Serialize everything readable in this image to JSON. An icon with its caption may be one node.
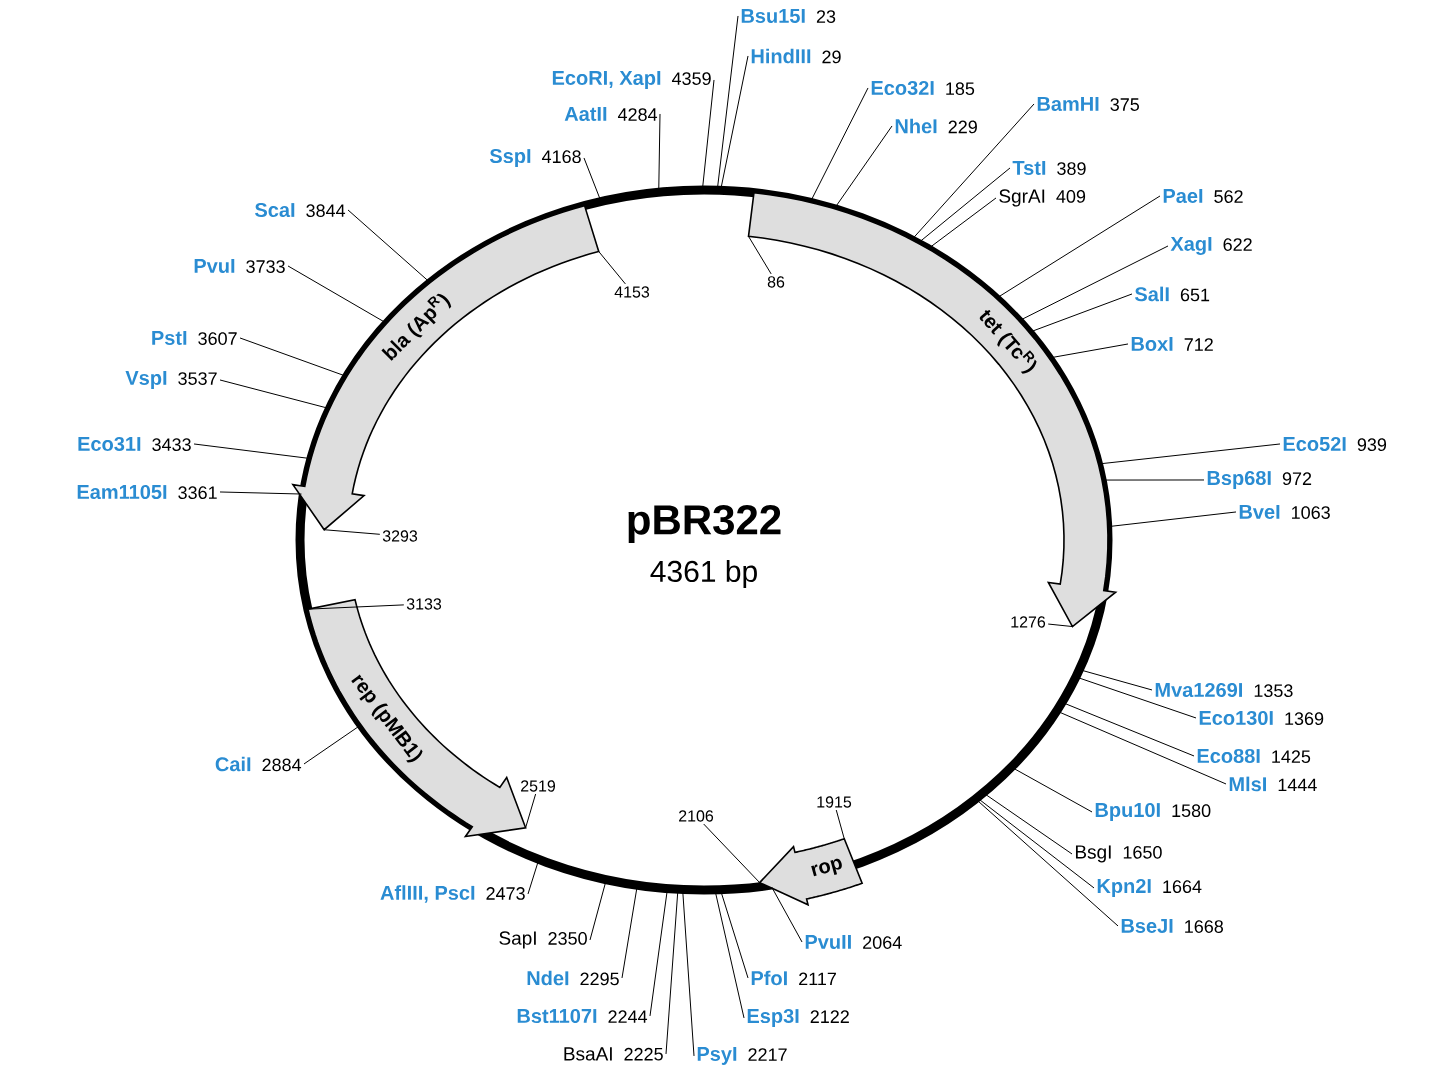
{
  "diagram": {
    "nodes": [
      {
        "text": [
          "Bsu15I",
          "23"
        ]
      },
      {
        "text": [
          "HindIII",
          "29"
        ]
      },
      {
        "text": [
          "Eco32I",
          "185"
        ]
      },
      {
        "text": [
          "NheI",
          "229"
        ]
      },
      {
        "text": [
          "BamHI",
          "375"
        ]
      },
      {
        "text": [
          "TstI",
          "389"
        ]
      },
      {
        "text": [
          "SgrAI",
          "409"
        ]
      },
      {
        "text": [
          "PaeI",
          "562"
        ]
      },
      {
        "text": [
          "XagI",
          "622"
        ]
      },
      {
        "text": [
          "SalI",
          "651"
        ]
      },
      {
        "text": [
          "BoxI",
          "712"
        ]
      },
      {
        "text": [
          "Eco52I",
          "939"
        ]
      },
      {
        "text": [
          "Bsp68I",
          "972"
        ]
      },
      {
        "text": [
          "BveI",
          "1063"
        ]
      },
      {
        "text": [
          "Mva1269I",
          "1353"
        ]
      },
      {
        "text": [
          "Eco130I",
          "1369"
        ]
      },
      {
        "text": [
          "Eco88I",
          "1425"
        ]
      },
      {
        "text": [
          "MlsI",
          "1444"
        ]
      },
      {
        "text": [
          "Bpu10I",
          "1580"
        ]
      },
      {
        "text": [
          "BsgI",
          "1650"
        ]
      },
      {
        "text": [
          "Kpn2I",
          "1664"
        ]
      },
      {
        "text": [
          "BseJI",
          "1668"
        ]
      },
      {
        "text": [
          "PvuII",
          "2064"
        ]
      },
      {
        "text": [
          "PfoI",
          "2117"
        ]
      },
      {
        "text": [
          "Esp3I",
          "2122"
        ]
      },
      {
        "text": [
          "PsyI",
          "2217"
        ]
      },
      {
        "text": [
          "BsaAI",
          "2225"
        ]
      },
      {
        "text": [
          "Bst1107I",
          "2244"
        ]
      },
      {
        "text": [
          "NdeI",
          "2295"
        ]
      },
      {
        "text": [
          "SapI",
          "2350"
        ]
      },
      {
        "text": [
          "AflIII, PscI",
          "2473"
        ]
      },
      {
        "text": [
          "CaiI",
          "2884"
        ]
      },
      {
        "text": [
          "Eam1105I",
          "3361"
        ]
      },
      {
        "text": [
          "Eco31I",
          "3433"
        ]
      },
      {
        "text": [
          "VspI",
          "3537"
        ]
      },
      {
        "text": [
          "PstI",
          "3607"
        ]
      },
      {
        "text": [
          "PvuI",
          "3733"
        ]
      },
      {
        "text": [
          "ScaI",
          "3844"
        ]
      },
      {
        "text": [
          "SspI",
          "4168"
        ]
      },
      {
        "text": [
          "AatII",
          "4284"
        ]
      },
      {
        "text": [
          "EcoRI, XapI",
          "4359"
        ]
      },
      {
        "text": [
          "bla (Ap$^{R}$)"
        ]
      },
      {
        "text": [
          "tet (Tc$^{R}$)"
        ]
      },
      {
        "text": [
          "rep (pMB1)"
        ]
      },
      {
        "text": [
          "rop"
        ]
      },
      {
        "text": [
          "4153"
        ]
      },
      {
        "text": [
          "86"
        ]
      },
      {
        "text": [
          "1276"
        ]
      },
      {
        "text": [
          "3293"
        ]
      },
      {
        "text": [
          "3133"
        ]
      },
      {
        "text": [
          "2519"
        ]
      },
      {
        "text": [
          "1915"
        ]
      },
      {
        "text": [
          "2106"
        ]
      }
    ],
    "edges": [
      {
        "from": 0,
        "to": null,
        "arrow": "none"
      },
      {
        "from": 1,
        "to": null,
        "arrow": "none"
      },
      {
        "from": 2,
        "to": 42,
        "arrow": "none"
      },
      {
        "from": 3,
        "to": 42,
        "arrow": "none"
      },
      {
        "from": 4,
        "to": 42,
        "arrow": "none"
      },
      {
        "from": 5,
        "to": 42,
        "arrow": "none"
      },
      {
        "from": 6,
        "to": 42,
        "arrow": "none"
      },
      {
        "from": 7,
        "to": 42,
        "arrow": "none"
      },
      {
        "from": 8,
        "to": 42,
        "arrow": "none"
      },
      {
        "from": 9,
        "to": 42,
        "arrow": "none"
      },
      {
        "from": 10,
        "to": 42,
        "arrow": "none"
      },
      {
        "from": 11,
        "to": 42,
        "arrow": "none"
      },
      {
        "from": 12,
        "to": 42,
        "arrow": "none"
      },
      {
        "from": 13,
        "to": 42,
        "arrow": "none"
      },
      {
        "from": 14,
        "to": null,
        "arrow": "none"
      },
      {
        "from": 15,
        "to": null,
        "arrow": "none"
      },
      {
        "from": 16,
        "to": null,
        "arrow": "none"
      },
      {
        "from": 17,
        "to": null,
        "arrow": "none"
      },
      {
        "from": 18,
        "to": null,
        "arrow": "none"
      },
      {
        "from": 19,
        "to": null,
        "arrow": "none"
      },
      {
        "from": 20,
        "to": null,
        "arrow": "none"
      },
      {
        "from": 21,
        "to": null,
        "arrow": "none"
      },
      {
        "from": 22,
        "to": 44,
        "arrow": "none"
      },
      {
        "from": 23,
        "to": null,
        "arrow": "none"
      },
      {
        "from": 24,
        "to": null,
        "arrow": "none"
      },
      {
        "from": 25,
        "to": null,
        "arrow": "none"
      },
      {
        "from": 26,
        "to": null,
        "arrow": "none"
      },
      {
        "from": 27,
        "to": null,
        "arrow": "none"
      },
      {
        "from": 28,
        "to": null,
        "arrow": "none"
      },
      {
        "from": 29,
        "to": null,
        "arrow": "none"
      },
      {
        "from": 30,
        "to": null,
        "arrow": "none"
      },
      {
        "from": 31,
        "to": 43,
        "arrow": "none"
      },
      {
        "from": 32,
        "to": 41,
        "arrow": "none"
      },
      {
        "from": 33,
        "to": 41,
        "arrow": "none"
      },
      {
        "from": 34,
        "to": 41,
        "arrow": "none"
      },
      {
        "from": 35,
        "to": 41,
        "arrow": "none"
      },
      {
        "from": 36,
        "to": 41,
        "arrow": "none"
      },
      {
        "from": 37,
        "to": 41,
        "arrow": "none"
      },
      {
        "from": 38,
        "to": null,
        "arrow": "none"
      },
      {
        "from": 39,
        "to": null,
        "arrow": "none"
      },
      {
        "from": 40,
        "to": null,
        "arrow": "none"
      },
      {
        "from": 45,
        "to": 41,
        "arrow": "none"
      },
      {
        "from": 46,
        "to": 42,
        "arrow": "none"
      },
      {
        "from": 47,
        "to": 42,
        "arrow": "none"
      },
      {
        "from": 48,
        "to": 41,
        "arrow": "none"
      },
      {
        "from": 49,
        "to": 43,
        "arrow": "none"
      },
      {
        "from": 50,
        "to": 43,
        "arrow": "none"
      },
      {
        "from": 51,
        "to": 44,
        "arrow": "none"
      },
      {
        "from": 52,
        "to": 44,
        "arrow": "none"
      }
    ],
    "labels": [
      "pBR322",
      "4361 bp"
    ]
  }
}
